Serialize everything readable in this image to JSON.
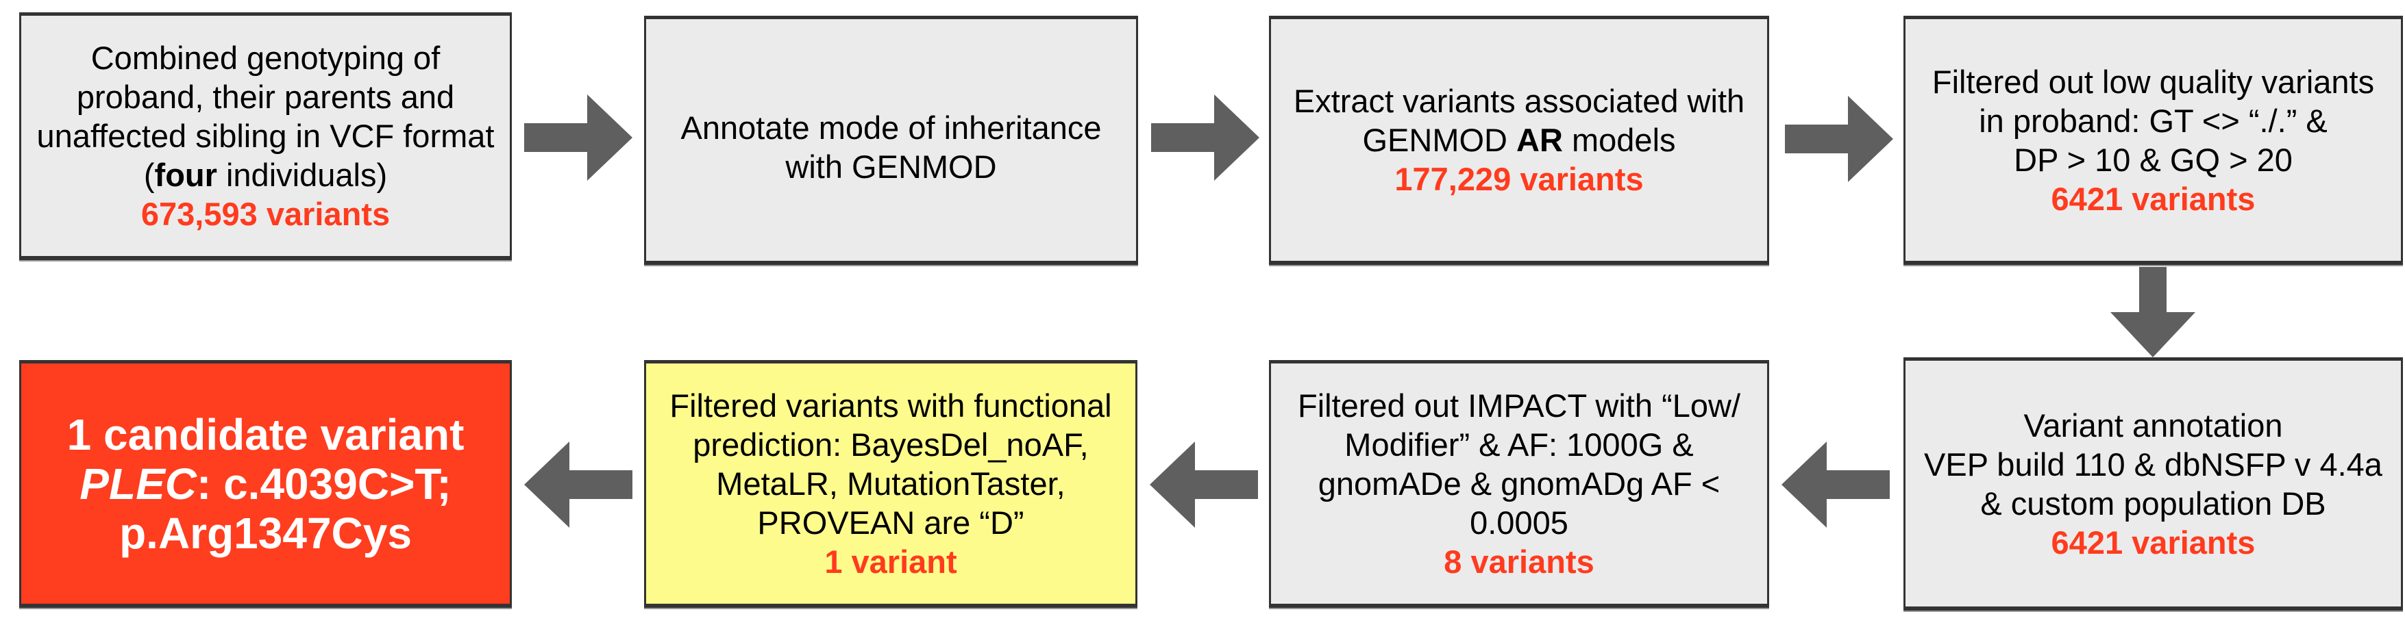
{
  "colors": {
    "box_fill": "#ebebeb",
    "highlight_fill": "#fdfb8c",
    "result_fill": "#ff3d1f",
    "count_text": "#ff3b1e",
    "arrow": "#5f5f5f"
  },
  "steps": [
    {
      "lines": [
        "Combined genotyping of",
        "proband, their parents and",
        "unaffected sibling in VCF format"
      ],
      "line4_open": "(",
      "line4_bold": "four",
      "line4_rest": " individuals)",
      "count": "673,593 variants"
    },
    {
      "lines": [
        "Annotate mode of inheritance",
        "with GENMOD"
      ]
    },
    {
      "line1": "Extract variants associated with",
      "line2_pre": "GENMOD ",
      "line2_bold": "AR",
      "line2_post": " models",
      "count": "177,229 variants"
    },
    {
      "lines": [
        "Filtered out low quality variants",
        "in proband: GT <> “./.” &",
        "DP > 10 & GQ > 20"
      ],
      "count": "6421 variants"
    },
    {
      "lines": [
        "Variant annotation",
        "VEP build 110 & dbNSFP v 4.4a",
        "& custom population DB"
      ],
      "count": "6421 variants"
    },
    {
      "lines": [
        "Filtered out IMPACT with “Low/",
        "Modifier” &  AF: 1000G &",
        "gnomADe & gnomADg AF <",
        "0.0005"
      ],
      "count": "8 variants"
    },
    {
      "lines": [
        "Filtered variants with functional",
        "prediction: BayesDel_noAF,",
        "MetaLR, MutationTaster,",
        "PROVEAN are “D”"
      ],
      "count": "1 variant"
    },
    {
      "line1": "1 candidate variant",
      "gene": "PLEC",
      "line2_rest": ": c.4039C>T;",
      "line3": "p.Arg1347Cys"
    }
  ],
  "arrows": [
    "right",
    "right",
    "right",
    "down",
    "left",
    "left",
    "left"
  ]
}
